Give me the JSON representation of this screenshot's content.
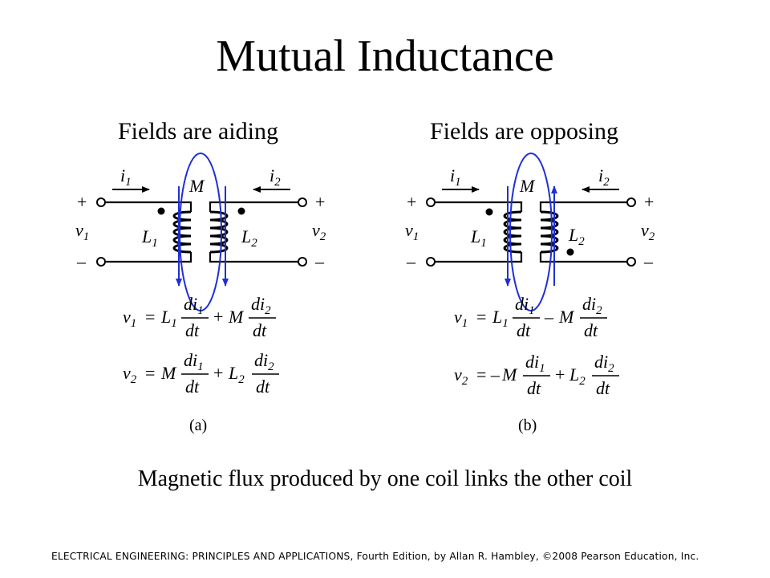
{
  "title": "Mutual Inductance",
  "caption": "Magnetic flux produced by one coil links the other coil",
  "footer": "ELECTRICAL ENGINEERING: PRINCIPLES AND APPLICATIONS, Fourth Edition, by Allan R. Hambley, ©2008 Pearson Education, Inc.",
  "colors": {
    "flux": "#1f2fd6",
    "ink": "#000000"
  },
  "panels": [
    {
      "heading": "Fields are aiding",
      "label": "(a)",
      "mutual": "M",
      "current1": "i",
      "current1_sub": "1",
      "current2": "i",
      "current2_sub": "2",
      "v1": "v",
      "v1_sub": "1",
      "v2": "v",
      "v2_sub": "2",
      "L1": "L",
      "L1_sub": "1",
      "L2": "L",
      "L2_sub": "2",
      "plus": "+",
      "minus": "–",
      "eq1": {
        "lhs": "v",
        "lhs_sub": "1",
        "eq": "=",
        "coef1": "L",
        "coef1_sub": "1",
        "op": "+",
        "coef2": "M",
        "num1": "di",
        "num1_sub": "1",
        "num2": "di",
        "num2_sub": "2",
        "den": "dt"
      },
      "eq2": {
        "lhs": "v",
        "lhs_sub": "2",
        "eq": "=",
        "coef1": "M",
        "op": "+",
        "coef2": "L",
        "coef2_sub": "2",
        "num1": "di",
        "num1_sub": "1",
        "num2": "di",
        "num2_sub": "2",
        "den": "dt"
      }
    },
    {
      "heading": "Fields are opposing",
      "label": "(b)",
      "mutual": "M",
      "current1": "i",
      "current1_sub": "1",
      "current2": "i",
      "current2_sub": "2",
      "v1": "v",
      "v1_sub": "1",
      "v2": "v",
      "v2_sub": "2",
      "L1": "L",
      "L1_sub": "1",
      "L2": "L",
      "L2_sub": "2",
      "plus": "+",
      "minus": "–",
      "eq1": {
        "lhs": "v",
        "lhs_sub": "1",
        "eq": "=",
        "coef1": "L",
        "coef1_sub": "1",
        "op": "–",
        "coef2": "M",
        "num1": "di",
        "num1_sub": "1",
        "num2": "di",
        "num2_sub": "2",
        "den": "dt"
      },
      "eq2": {
        "lhs": "v",
        "lhs_sub": "2",
        "eq": "= –",
        "coef1": "M",
        "op": "+",
        "coef2": "L",
        "coef2_sub": "2",
        "num1": "di",
        "num1_sub": "1",
        "num2": "di",
        "num2_sub": "2",
        "den": "dt"
      }
    }
  ]
}
